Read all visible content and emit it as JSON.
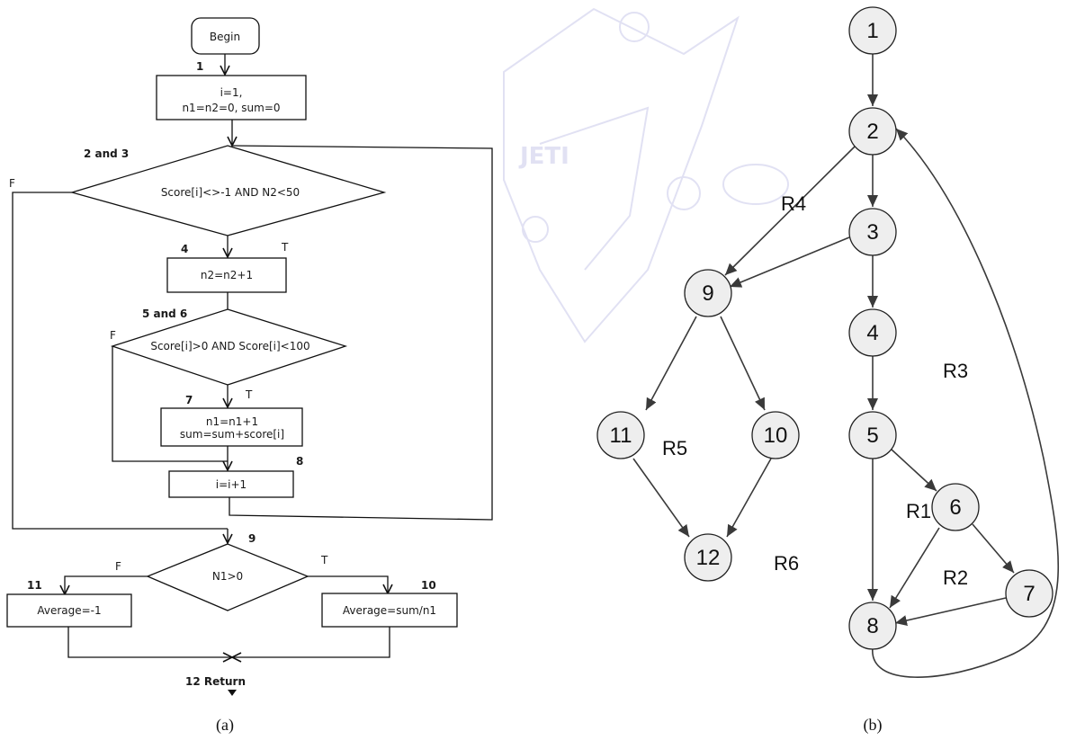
{
  "flowchart": {
    "begin": "Begin",
    "init_line1": "i=1,",
    "init_line2": "n1=n2=0, sum=0",
    "cond1": "Score[i]<>-1 AND N2<50",
    "inc_n2": "n2=n2+1",
    "cond2": "Score[i]>0 AND Score[i]<100",
    "body_line1": "n1=n1+1",
    "body_line2": "sum=sum+score[i]",
    "inc_i": "i=i+1",
    "cond3": "N1>0",
    "avg_neg": "Average=-1",
    "avg_calc": "Average=sum/n1",
    "return_label": "12  Return",
    "labels": {
      "n1": "1",
      "n23": "2 and 3",
      "n4": "4",
      "n56": "5 and 6",
      "n7": "7",
      "n8": "8",
      "n9": "9",
      "n10": "10",
      "n11": "11",
      "t1": "T",
      "t2": "T",
      "t3": "T",
      "f1": "F",
      "f2": "F",
      "f3": "F"
    }
  },
  "flowgraph": {
    "nodes": [
      "1",
      "2",
      "3",
      "4",
      "5",
      "6",
      "7",
      "8",
      "9",
      "10",
      "11",
      "12"
    ],
    "regions": [
      "R1",
      "R2",
      "R3",
      "R4",
      "R5",
      "R6"
    ],
    "edges": [
      [
        "1",
        "2"
      ],
      [
        "2",
        "3"
      ],
      [
        "2",
        "9"
      ],
      [
        "3",
        "4"
      ],
      [
        "3",
        "9"
      ],
      [
        "4",
        "5"
      ],
      [
        "5",
        "6"
      ],
      [
        "5",
        "8"
      ],
      [
        "6",
        "7"
      ],
      [
        "6",
        "8"
      ],
      [
        "7",
        "8"
      ],
      [
        "8",
        "2"
      ],
      [
        "9",
        "10"
      ],
      [
        "9",
        "11"
      ],
      [
        "10",
        "12"
      ],
      [
        "11",
        "12"
      ]
    ]
  },
  "captions": {
    "a": "(a)",
    "b": "(b)"
  },
  "watermark": "JETI",
  "colors": {
    "node_fill": "#eeeeee",
    "line": "#333333",
    "watermark": "#c9c9ea"
  }
}
